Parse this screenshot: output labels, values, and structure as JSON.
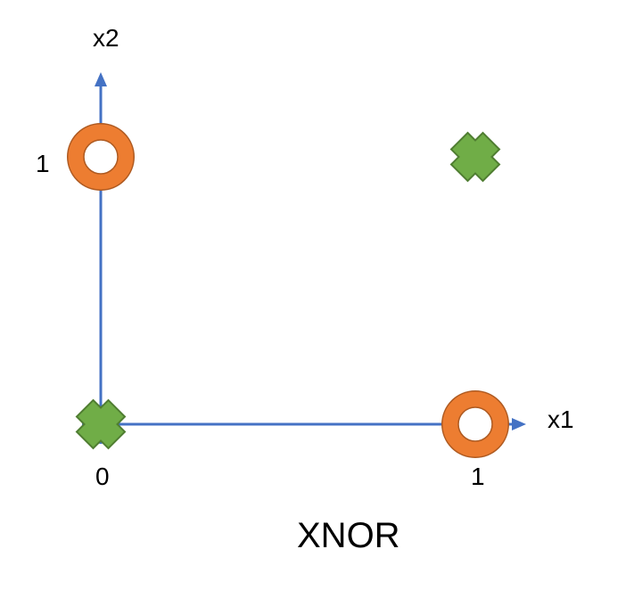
{
  "chart_data": {
    "type": "scatter",
    "title": "XNOR",
    "xlabel": "x1",
    "ylabel": "x2",
    "x_ticks": [
      "0",
      "1"
    ],
    "y_ticks": [
      "1"
    ],
    "xlim": [
      0,
      1
    ],
    "ylim": [
      0,
      1
    ],
    "grid": false,
    "series": [
      {
        "marker": "cross",
        "color": "#70ad47",
        "outline": "#507e32",
        "points": [
          {
            "x": 0,
            "y": 0
          },
          {
            "x": 1,
            "y": 1
          }
        ]
      },
      {
        "marker": "ring",
        "color": "#ed7d31",
        "outline": "#ae5a21",
        "points": [
          {
            "x": 0,
            "y": 1
          },
          {
            "x": 1,
            "y": 0
          }
        ]
      }
    ]
  }
}
